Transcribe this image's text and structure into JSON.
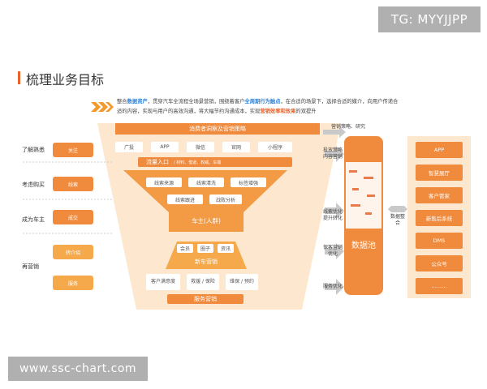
{
  "watermark": {
    "tg": "TG: MYYJJPP",
    "site": "www.ssc-chart.com"
  },
  "header": {
    "title": "梳理业务目标"
  },
  "intro": {
    "p1": "整合",
    "h1": "数据资产",
    "p2": "，贯穿汽车全流程全场景营销，围绕着客户",
    "h2": "全周期行为触点",
    "p3": "，在合适的场景下，选择合适的媒介，向用户传递合适的内容，实现与用户的高效沟通，将大幅节约沟通成本，实现",
    "h3": "营销效率和效果",
    "p4": "的双提升"
  },
  "stages": [
    {
      "label": "了解熟悉",
      "box": "关注"
    },
    {
      "label": "考虑购买",
      "box": "线索"
    },
    {
      "label": "成为车主",
      "box": "成交"
    },
    {
      "label": "再营销",
      "box": "转介绍"
    },
    {
      "label": "",
      "box": "服务"
    }
  ],
  "funnel": {
    "top_title": "消费者洞察及营销策略",
    "channels": [
      "广投",
      "APP",
      "微信",
      "官网",
      "小程序"
    ],
    "traffic_label": "流量入口",
    "traffic_sub": "/ 材料、借道、权威、车端",
    "leads": [
      "线索来源",
      "线索清洗",
      "标签增强",
      "线索跟进",
      "战败分析"
    ],
    "owner": "车主(人群)",
    "membership": [
      "会员",
      "圈子",
      "资讯"
    ],
    "new_car": "新车营销",
    "services": [
      "客户满意度",
      "救援 / 保险",
      "维保 / 预约"
    ],
    "service_mkt": "服务营销"
  },
  "arrows": {
    "top": "营销策略、研究",
    "a1": "投放策略内容营销",
    "a2": "线索优化提升转化",
    "a3": "保客营销优化",
    "a4": "服务优化"
  },
  "data_pool": {
    "label": "数据池"
  },
  "integration": {
    "label": "数据整合"
  },
  "sources": [
    "APP",
    "智慧展厅",
    "客户管家",
    "新售后系统",
    "DMS",
    "公众号",
    "………"
  ]
}
